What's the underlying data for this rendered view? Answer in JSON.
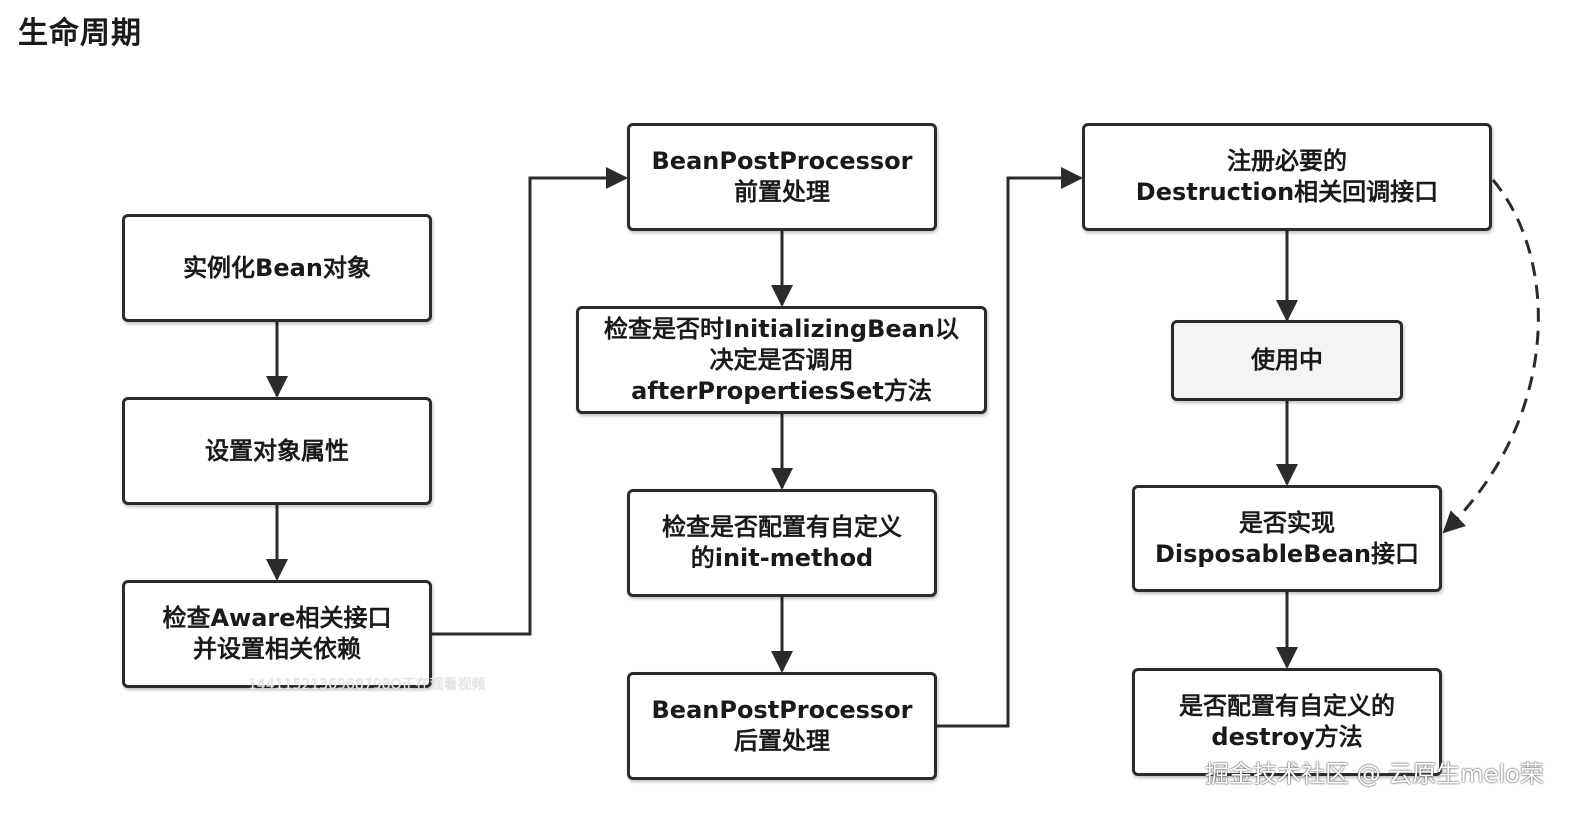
{
  "title": "生命周期",
  "nodes": {
    "instantiate": {
      "lines": [
        "实例化Bean对象"
      ]
    },
    "set_props": {
      "lines": [
        "设置对象属性"
      ]
    },
    "aware": {
      "lines": [
        "检查Aware相关接口",
        "并设置相关依赖"
      ]
    },
    "bpp_before": {
      "lines": [
        "BeanPostProcessor",
        "前置处理"
      ]
    },
    "initializing": {
      "lines": [
        "检查是否时InitializingBean以",
        "决定是否调用",
        "afterPropertiesSet方法"
      ]
    },
    "init_method": {
      "lines": [
        "检查是否配置有自定义",
        "的init-method"
      ]
    },
    "bpp_after": {
      "lines": [
        "BeanPostProcessor",
        "后置处理"
      ]
    },
    "register_destruction": {
      "lines": [
        "注册必要的",
        "Destruction相关回调接口"
      ]
    },
    "in_use": {
      "lines": [
        "使用中"
      ]
    },
    "disposable": {
      "lines": [
        "是否实现",
        "DisposableBean接口"
      ]
    },
    "destroy_method": {
      "lines": [
        "是否配置有自定义的",
        "destroy方法"
      ]
    }
  },
  "watermark": "1441152136968798O正在观看视频",
  "credit": "掘金技术社区 @ 云原生melo荣",
  "colors": {
    "stroke": "#2b2b2b",
    "shaded_fill": "#f4f4f4"
  }
}
